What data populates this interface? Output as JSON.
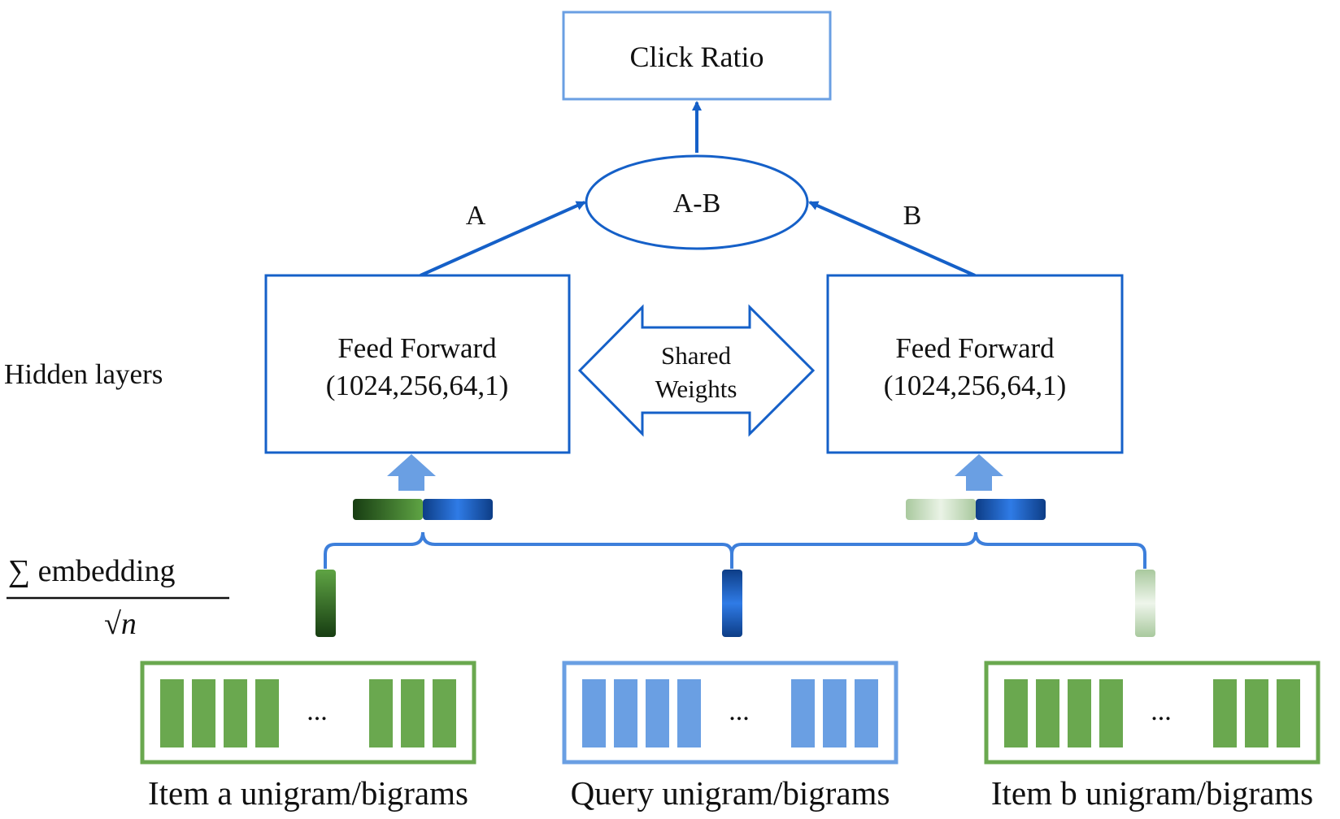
{
  "colors": {
    "blue": "#1560c8",
    "light_blue": "#6a9fe3",
    "green": "#6aa84f",
    "dark_green": "#1f4d18",
    "pale_green": "#b9d3b0",
    "dark_blue": "#0f3f8a"
  },
  "nodes": {
    "output_label": "Click Ratio",
    "diff_label": "A-B",
    "path_a_label": "A",
    "path_b_label": "B",
    "shared_line1": "Shared",
    "shared_line2": "Weights",
    "ff_left_line1": "Feed Forward",
    "ff_left_line2": "(1024,256,64,1)",
    "ff_right_line1": "Feed Forward",
    "ff_right_line2": "(1024,256,64,1)"
  },
  "side_labels": {
    "hidden_layers": "Hidden layers",
    "embedding_numerator": "∑ embedding",
    "embedding_denominator": "√n"
  },
  "inputs": [
    {
      "label": "Item a unigram/bigrams",
      "ellipsis": "...",
      "color": "green"
    },
    {
      "label": "Query unigram/bigrams",
      "ellipsis": "...",
      "color": "light_blue"
    },
    {
      "label": "Item b unigram/bigrams",
      "ellipsis": "...",
      "color": "green"
    }
  ]
}
